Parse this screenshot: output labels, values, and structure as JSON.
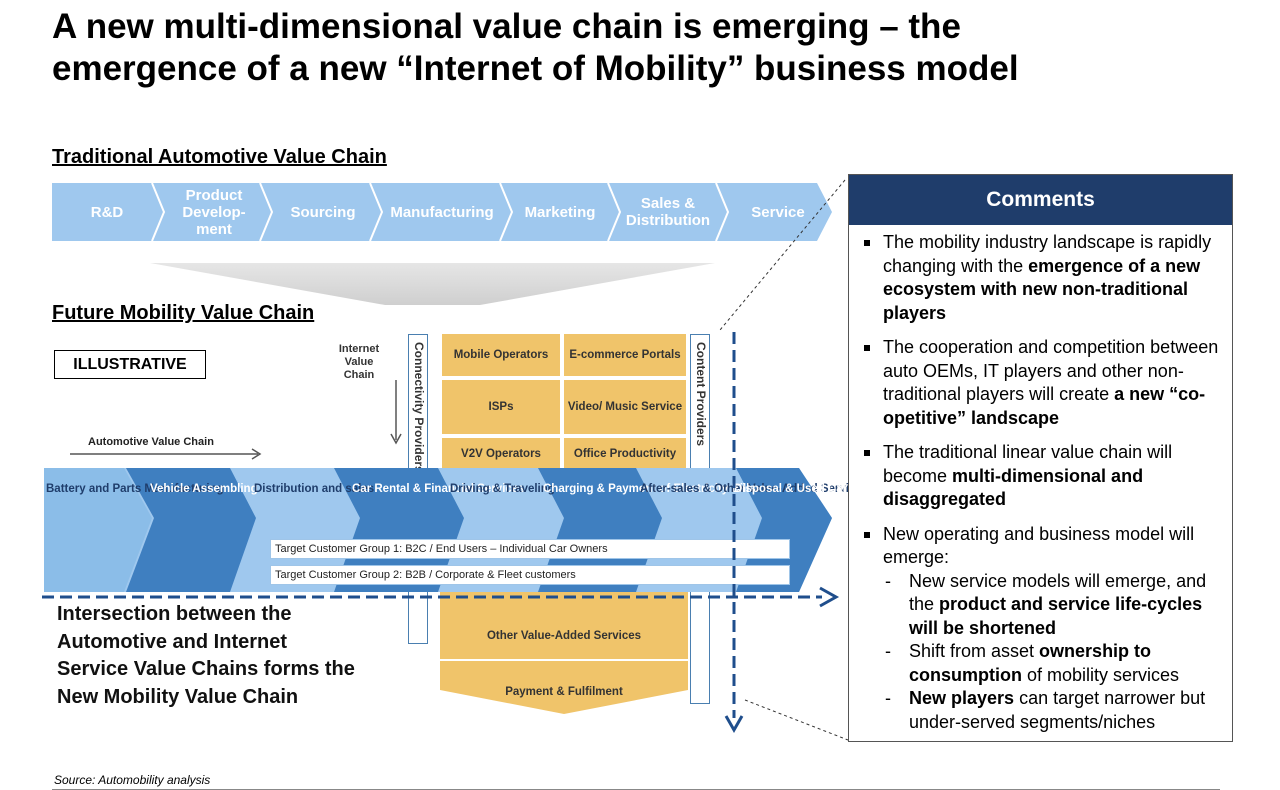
{
  "title": {
    "line1": "A new multi-dimensional value chain is emerging – the",
    "line2": "emergence of a new “Internet of Mobility” business model"
  },
  "traditional": {
    "heading": "Traditional Automotive Value Chain",
    "steps": [
      {
        "label": "R&D"
      },
      {
        "label": "Product Develop- ment"
      },
      {
        "label": "Sourcing"
      },
      {
        "label": "Manufacturing"
      },
      {
        "label": "Marketing"
      },
      {
        "label": "Sales & Distribution"
      },
      {
        "label": "Service"
      }
    ]
  },
  "future": {
    "heading": "Future Mobility Value Chain",
    "illustrative": "ILLUSTRATIVE",
    "internet_value_chain": "Internet Value Chain",
    "automotive_value_chain": "Automotive Value Chain",
    "connectivity_providers": "Connectivity Providers",
    "content_providers": "Content Providers",
    "internet_cells": [
      "Mobile Operators",
      "E-commerce Portals",
      "ISPs",
      "Video/ Music Service",
      "V2V Operators",
      "Office Productivity"
    ],
    "bottom_cells": [
      "Other Value-Added Services",
      "Payment & Fulfilment"
    ],
    "chain_steps": [
      "Battery and Parts Manufacturing",
      "Vehicle Assembling",
      "Distribution and sales",
      "Car Rental & Financial Services",
      "Driving & Traveling",
      "Charging & Payment of Electricity Bills",
      "After-sales & Other Value-Added Services",
      "Disposal & Used Car Recycling"
    ],
    "target_groups": [
      "Target Customer Group 1: B2C / End Users – Individual Car Owners",
      "Target Customer Group 2: B2B / Corporate & Fleet customers"
    ],
    "intersection_text": "Intersection between the Automotive and Internet Service Value Chains forms the New Mobility Value Chain"
  },
  "comments": {
    "heading": "Comments",
    "b1": {
      "t1": "The mobility industry landscape is rapidly changing with the ",
      "b1": "emergence of a new ecosystem with new non-traditional players"
    },
    "b2": {
      "t1": "The cooperation and competition between auto OEMs, IT players and other non-traditional players will create ",
      "b1": "a new “co-opetitive” landscape"
    },
    "b3": {
      "t1": "The traditional linear value chain will become ",
      "b1": "multi-dimensional and disaggregated"
    },
    "b4": {
      "t1": "New operating and business model will emerge:"
    },
    "s1": {
      "t1": "New service models will emerge, and the ",
      "b1": "product and service life-cycles will be shortened"
    },
    "s2": {
      "t1": "Shift from asset ",
      "b1": "ownership to consumption",
      "t2": " of mobility services"
    },
    "s3": {
      "b1": "New players",
      "t1": " can target narrower but under-served segments/niches"
    }
  },
  "source": "Source: Automobility analysis",
  "colors": {
    "light_blue": "#9fc8ee",
    "dark_blue": "#3f7fc0",
    "navy": "#1f3d6b",
    "gold": "#f0c46a",
    "dashed_arrow": "#1f4e8c"
  }
}
